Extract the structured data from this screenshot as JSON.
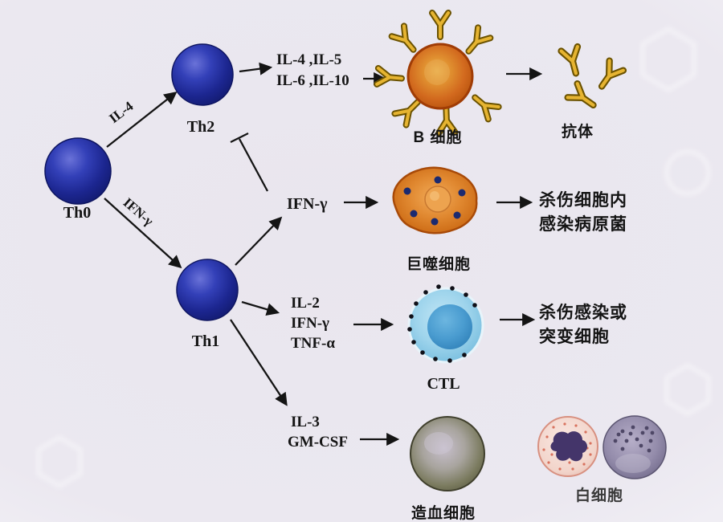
{
  "diagram": {
    "cells": {
      "th0": "Th0",
      "th2": "Th2",
      "th1": "Th1",
      "b_cell": "B 细胞",
      "antibody": "抗体",
      "macrophage": "巨噬细胞",
      "ctl": "CTL",
      "hematopoietic": "造血细胞",
      "leukocyte": "白细胞"
    },
    "cytokines": {
      "th0_to_th2": "IL-4",
      "th0_to_th1": "IFN-γ",
      "th2_to_b_1": "IL-4 ,IL-5",
      "th2_to_b_2": "IL-6 ,IL-10",
      "th1_to_mac": "IFN-γ",
      "th1_to_ctl_1": "IL-2",
      "th1_to_ctl_2": "IFN-γ",
      "th1_to_ctl_3": "TNF-α",
      "th1_to_hsc_1": "IL-3",
      "th1_to_hsc_2": "GM-CSF"
    },
    "outcomes": {
      "macrophage_line1": "杀伤细胞内",
      "macrophage_line2": "感染病原菌",
      "ctl_line1": "杀伤感染或",
      "ctl_line2": "突变细胞"
    }
  }
}
